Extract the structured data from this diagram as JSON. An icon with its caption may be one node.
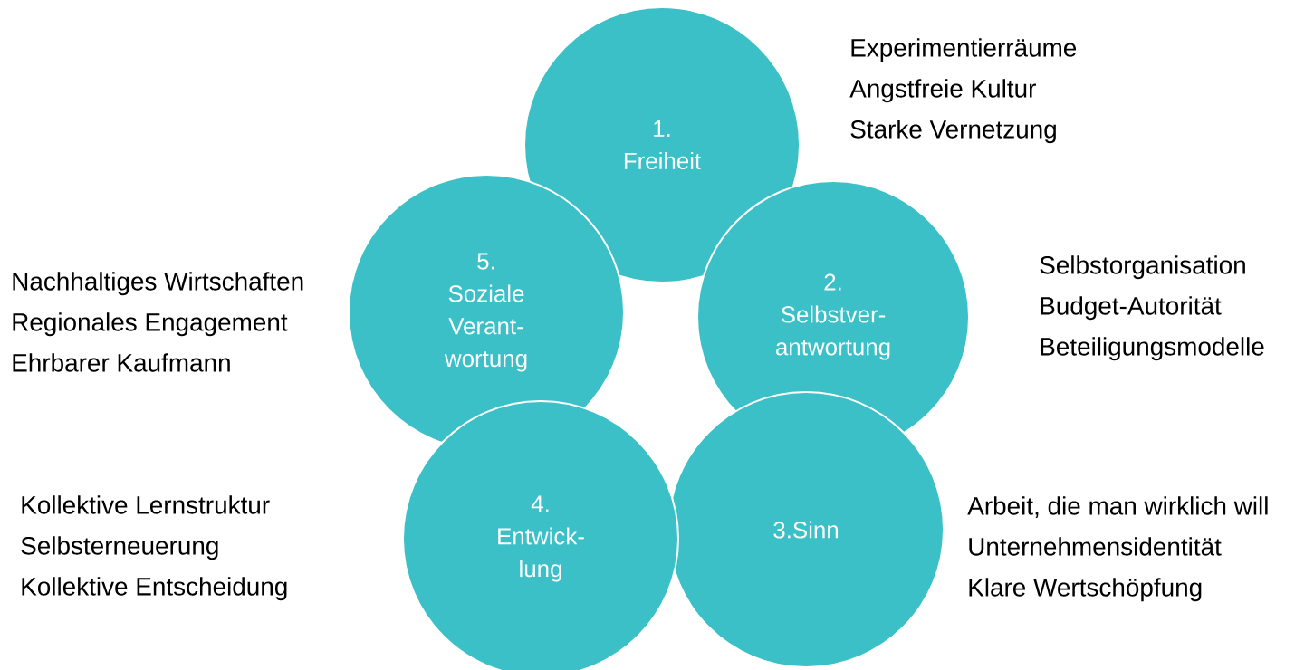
{
  "diagram": {
    "nodes": [
      {
        "text": [
          "1. Freiheit"
        ],
        "beside": [
          "Experimentierräume",
          "Angstfreie Kultur",
          "Starke Vernetzung"
        ]
      },
      {
        "text": [
          "2. Selbstver- antwortung"
        ],
        "beside": [
          "Selbstorganisation",
          "Budget-Autorität",
          "Beteiligungsmodelle"
        ]
      },
      {
        "text": [
          "3.Sinn"
        ],
        "beside": [
          "Arbeit, die man wirklich will",
          "Unternehmensidentität",
          "Klare Wertschöpfung"
        ]
      },
      {
        "text": [
          "4. Entwick- lung"
        ],
        "beside": [
          "Kollektive Lernstruktur",
          "Selbsterneuerung",
          "Kollektive Entscheidung"
        ]
      },
      {
        "text": [
          "5. Soziale Verant- wortung"
        ],
        "beside": [
          "Nachhaltiges Wirtschaften",
          "Regionales Engagement",
          "Ehrbarer Kaufmann"
        ]
      }
    ]
  }
}
